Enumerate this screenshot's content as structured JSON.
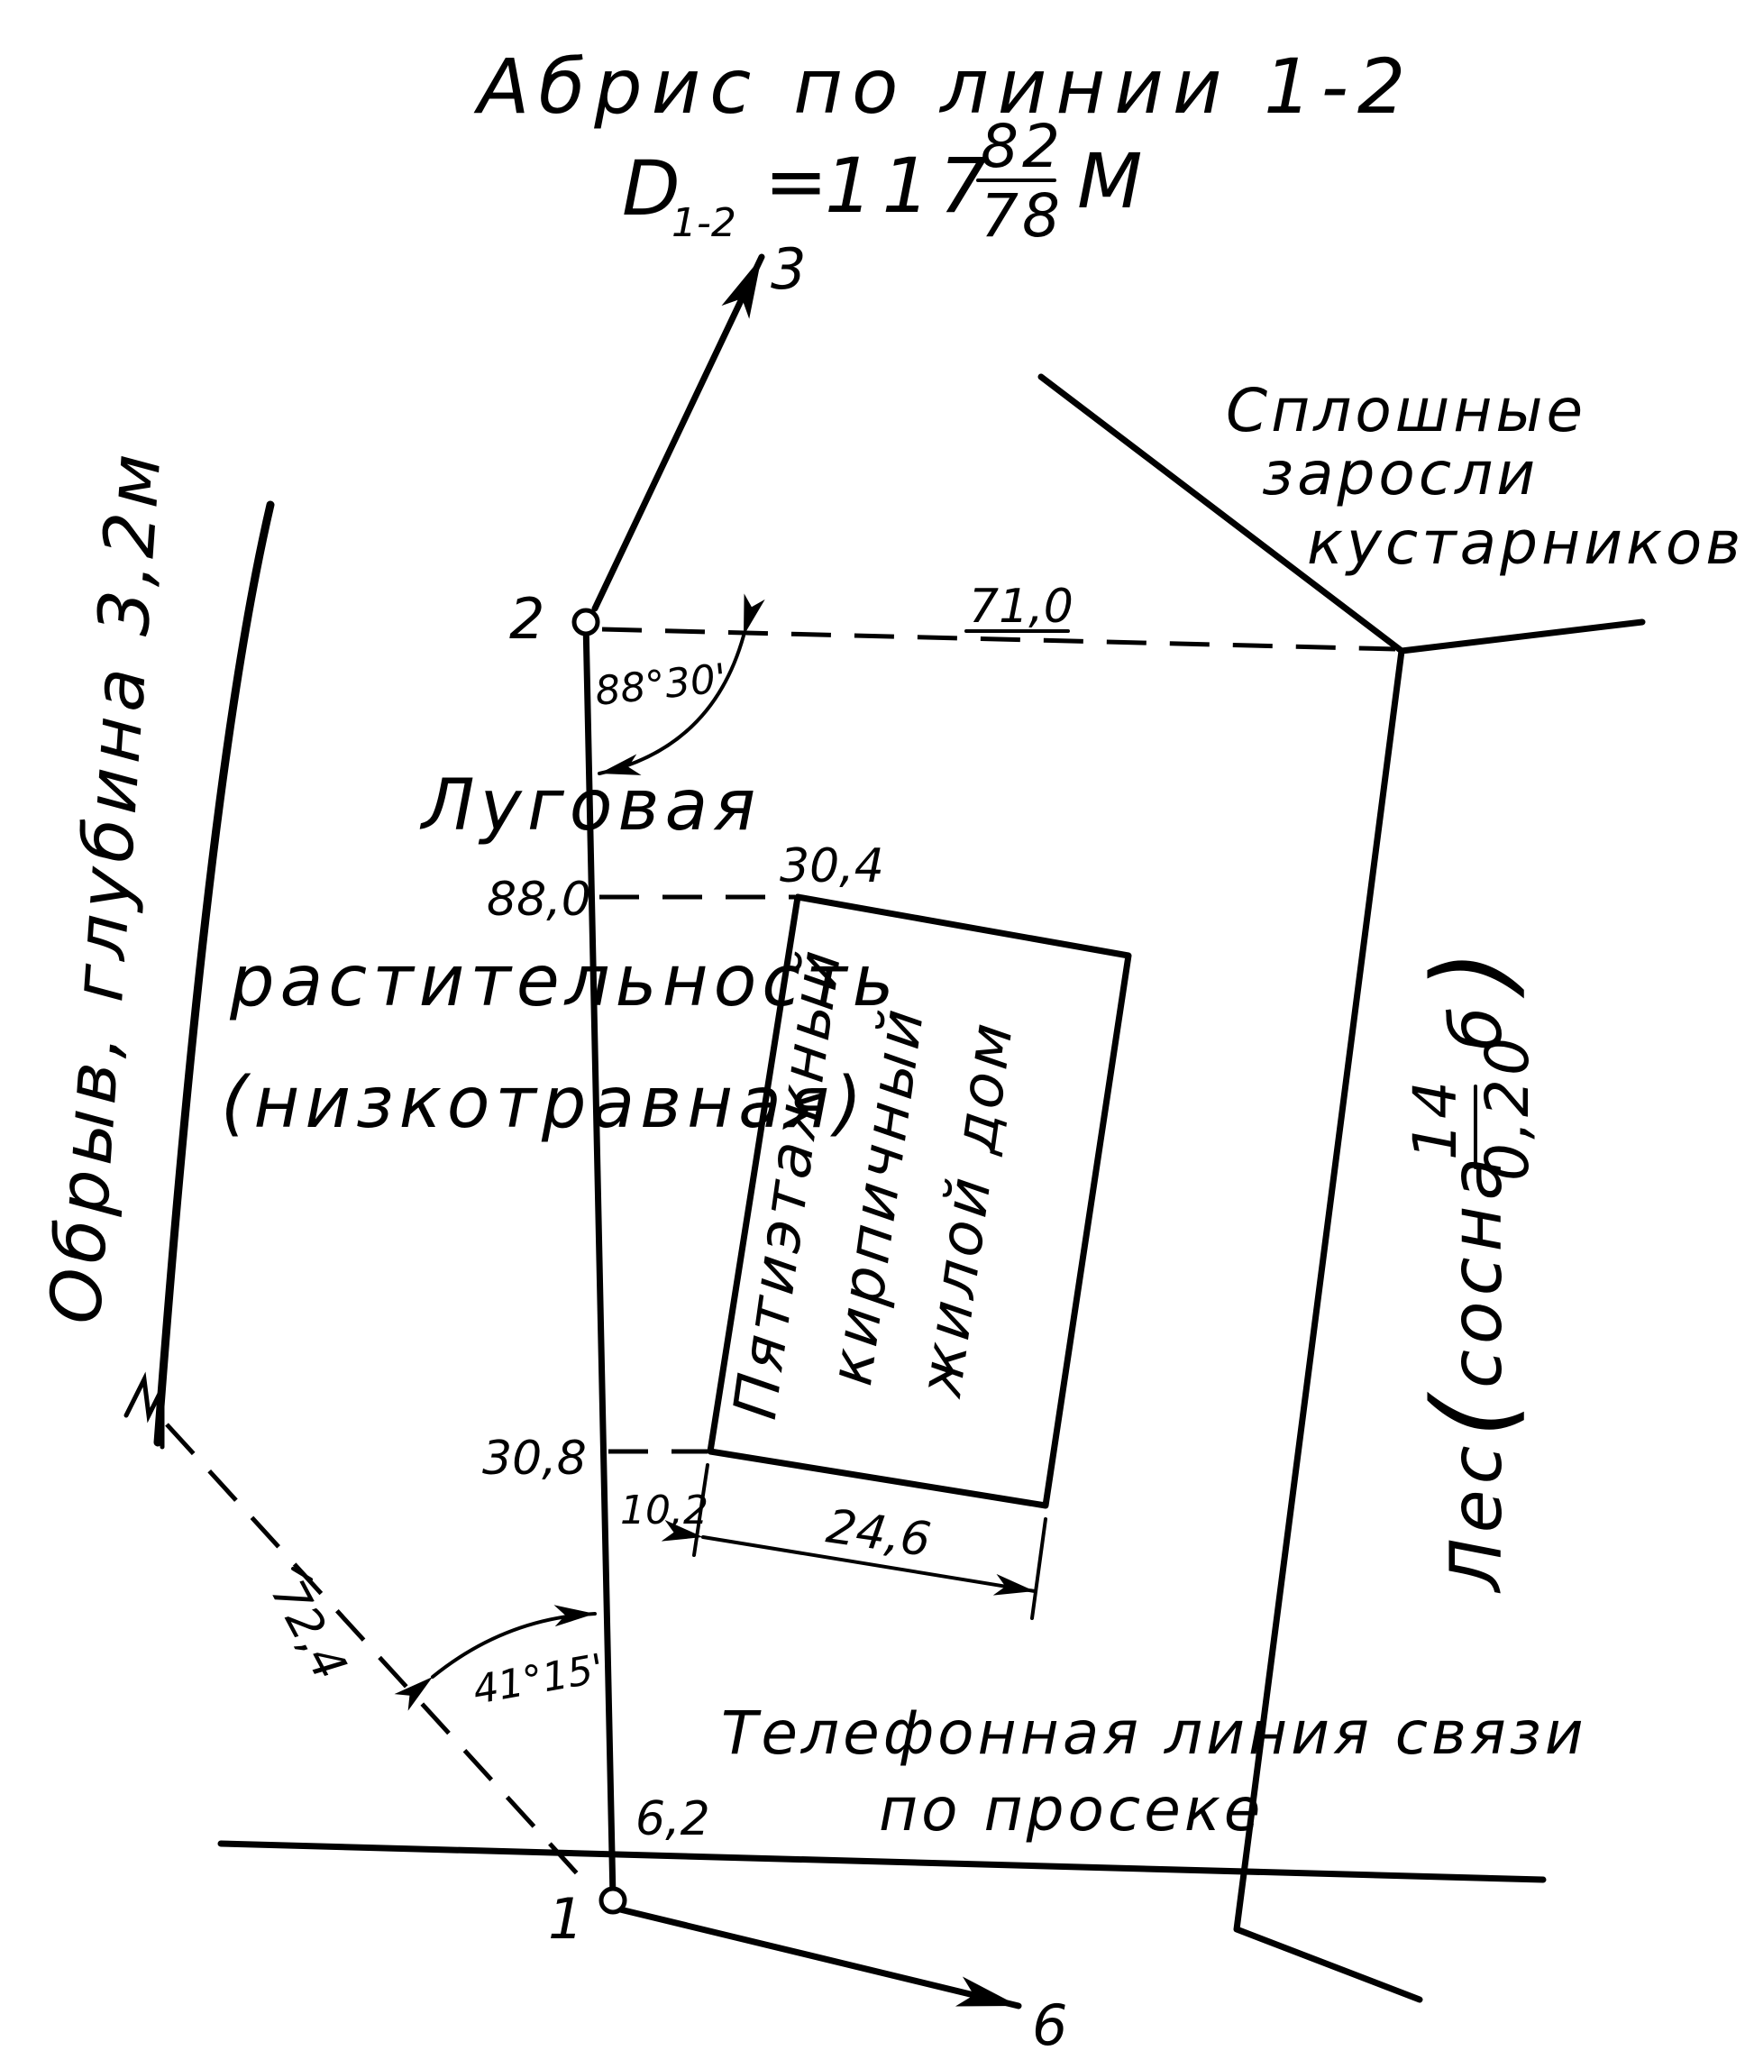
{
  "header": {
    "title": "Абрис по линии 1-2",
    "distance_symbol": "D",
    "distance_subscript": "1-2",
    "distance_equals": "=",
    "distance_value": "117",
    "distance_numerator": "82",
    "distance_denominator": "78",
    "distance_unit": "М"
  },
  "points": {
    "p1": "1",
    "p2": "2",
    "p3": "3",
    "p6": "6"
  },
  "angles": {
    "top": "88°30'",
    "bottom": "41°15'"
  },
  "measurements": {
    "offset_to_shrubs": "71,0",
    "house_top_chainage": "88,0",
    "house_top_offset": "30,4",
    "house_bottom_chainage": "30,8",
    "house_bottom_offset": "10,2",
    "house_width": "24,6",
    "cliff_offset": "72,4",
    "phone_line_chainage": "6,2"
  },
  "labels": {
    "shrubs_line1": "Сплошные",
    "shrubs_line2": "заросли",
    "shrubs_line3": "кустарников",
    "meadow_line1": "Луговая",
    "meadow_line2": "растительность",
    "meadow_line3": "(низкотравная)",
    "house_line1": "Пятиэтажный",
    "house_line2": "кирпичный",
    "house_line3": "жилой дом",
    "cliff": "Обрыв, глубина 3,2м",
    "forest_word": "Лес",
    "forest_open": "(",
    "forest_species": "сосна",
    "forest_height": "14",
    "forest_diameter": "0,20",
    "forest_class": "б",
    "forest_close": ")",
    "phone_line1": "Телефонная линия связи",
    "phone_line2": "по просеке"
  }
}
